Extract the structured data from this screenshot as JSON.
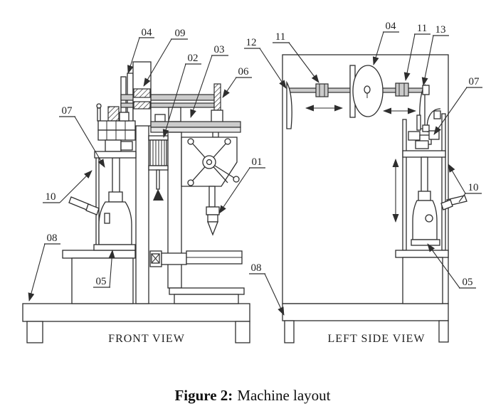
{
  "figure": {
    "caption": {
      "bold": "Figure 2:",
      "rest": "Machine layout"
    }
  },
  "views": {
    "front": {
      "title": "FRONT VIEW",
      "callouts": [
        "04",
        "09",
        "02",
        "03",
        "06",
        "07",
        "10",
        "08",
        "05",
        "01"
      ]
    },
    "side": {
      "title": "LEFT SIDE VIEW",
      "callouts": [
        "12",
        "11",
        "04",
        "11",
        "13",
        "07",
        "10",
        "05",
        "08"
      ]
    }
  },
  "colors": {
    "line": "#2e2e2e",
    "shade": "#cbcbcb",
    "background": "#ffffff"
  }
}
